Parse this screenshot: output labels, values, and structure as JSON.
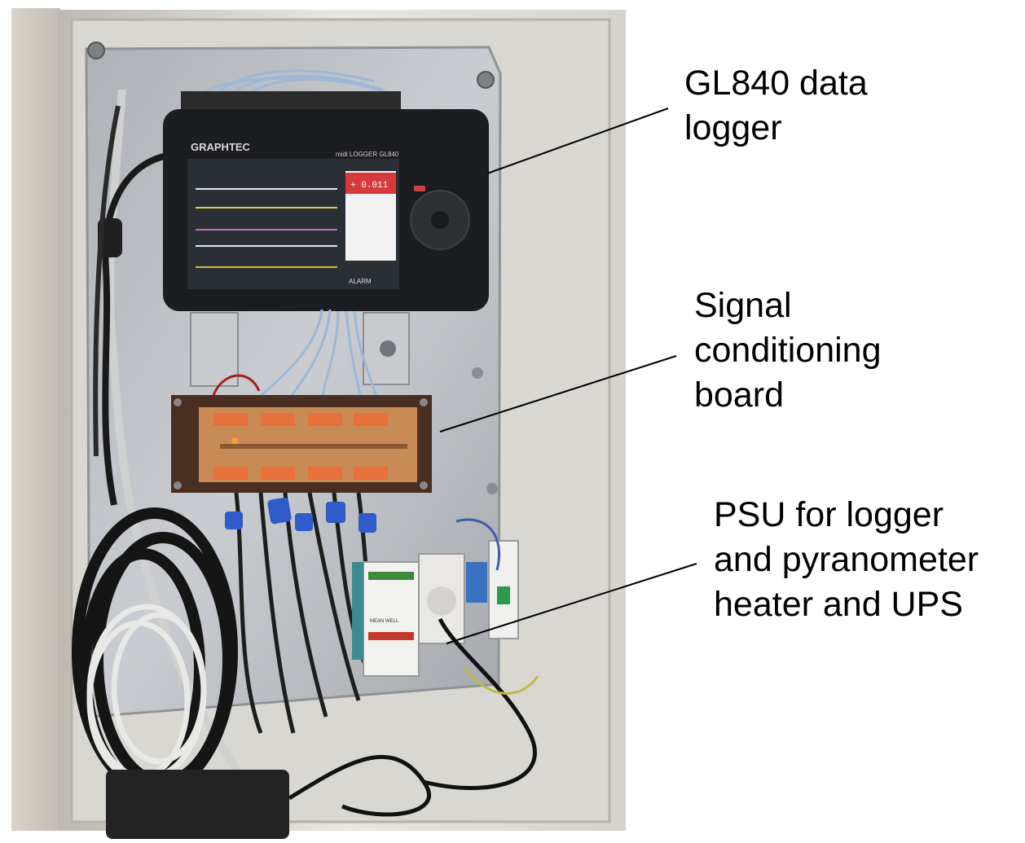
{
  "photo": {
    "logger": {
      "brand": "GRAPHTEC",
      "model_header": "midi LOGGER GL840",
      "alarm_label": "ALARM",
      "screen_value": "+ 0.011"
    },
    "psu_brand": "MEAN WELL"
  },
  "callouts": [
    {
      "lines": [
        "GL840 data",
        "logger"
      ]
    },
    {
      "lines": [
        "Signal",
        "conditioning",
        "board"
      ]
    },
    {
      "lines": [
        "PSU for logger",
        "and pyranometer",
        "heater and UPS"
      ]
    }
  ],
  "colors": {
    "background": "#ffffff",
    "enclosure": "#e4e2dc",
    "mount_plate": "#b9bcbf",
    "logger_body": "#1c1d20",
    "screen": "#2a2f35",
    "pcb": "#4a2e22",
    "terminal_block": "#e8703a",
    "blue_cable": "#9cb8d6",
    "black_cable": "#1a1a1a",
    "text": "#000000"
  }
}
